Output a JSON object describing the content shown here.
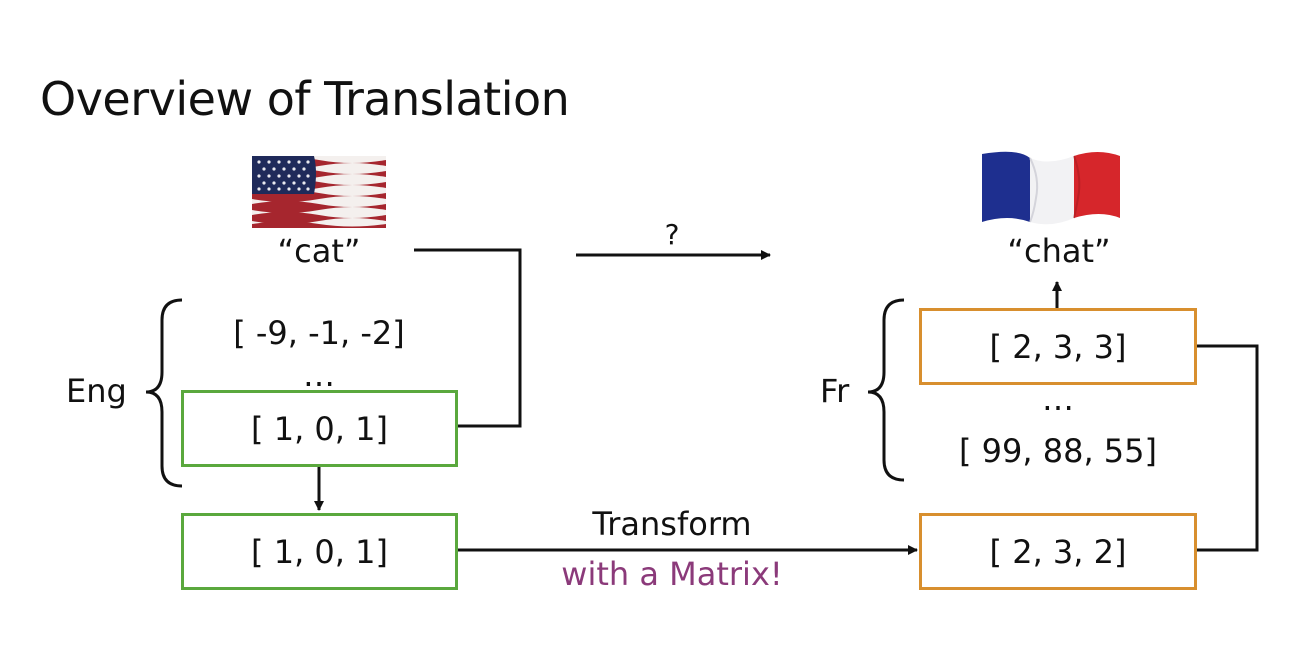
{
  "title": "Overview of Translation",
  "english": {
    "word": "“cat”",
    "label": "Eng",
    "vectors": [
      "[ -9, -1, -2]",
      "…",
      "[ 1, 0, 1]"
    ],
    "copied_vector": "[ 1, 0, 1]",
    "flag": "us-flag",
    "box_color": "#5aa83d"
  },
  "french": {
    "word": "“chat”",
    "label": "Fr",
    "vectors": [
      "[ 2, 3, 3]",
      "…",
      "[ 99, 88, 55]"
    ],
    "transformed_vector": "[ 2, 3, 2]",
    "flag": "france-flag",
    "box_color": "#d88f2e"
  },
  "question_mark": "?",
  "transform_label": "Transform",
  "transform_sublabel": "with a Matrix!",
  "colors": {
    "accent_purple": "#8b3a7a"
  }
}
